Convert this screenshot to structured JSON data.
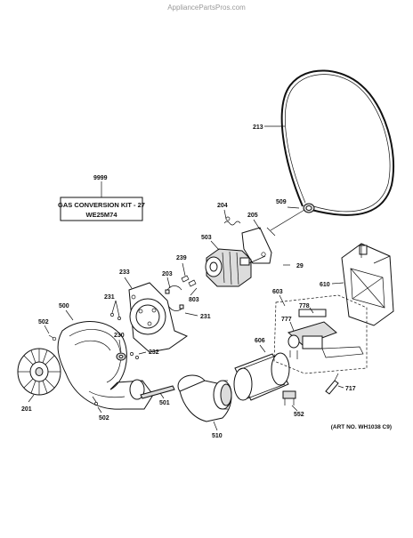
{
  "watermark": "AppliancePartsPros.com",
  "art_no": "(ART NO. WH1038 C9)",
  "kit": {
    "title": "GAS CONVERSION KIT - 27",
    "model": "WE25M74",
    "callout": "9999"
  },
  "callouts": [
    {
      "id": "213"
    },
    {
      "id": "204"
    },
    {
      "id": "509"
    },
    {
      "id": "205"
    },
    {
      "id": "503"
    },
    {
      "id": "239"
    },
    {
      "id": "29"
    },
    {
      "id": "233"
    },
    {
      "id": "203"
    },
    {
      "id": "803"
    },
    {
      "id": "231a",
      "text": "231"
    },
    {
      "id": "231b",
      "text": "231"
    },
    {
      "id": "610"
    },
    {
      "id": "603"
    },
    {
      "id": "778"
    },
    {
      "id": "777"
    },
    {
      "id": "502a",
      "text": "502"
    },
    {
      "id": "500"
    },
    {
      "id": "230"
    },
    {
      "id": "232"
    },
    {
      "id": "606"
    },
    {
      "id": "201"
    },
    {
      "id": "501"
    },
    {
      "id": "502b",
      "text": "502"
    },
    {
      "id": "717"
    },
    {
      "id": "552"
    },
    {
      "id": "510"
    }
  ]
}
